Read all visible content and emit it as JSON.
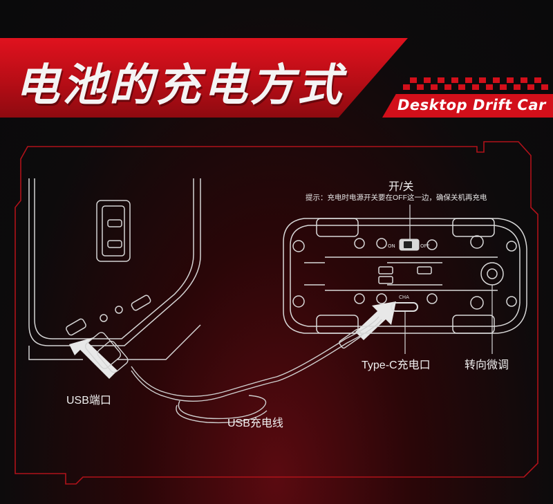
{
  "header": {
    "title": "电池的充电方式",
    "brand": "Desktop Drift Car"
  },
  "labels": {
    "switch": "开/关",
    "tip": "提示：充电时电源开关要在OFF这一边，确保关机再充电",
    "typec_port": "Type-C充电口",
    "trim": "转向微调",
    "usb_port": "USB端口",
    "usb_cable": "USB充电线",
    "switch_on": "ON",
    "switch_off": "OFF",
    "cha": "CHA"
  },
  "colors": {
    "accent": "#d20f1a",
    "line": "#cfcfcf",
    "text": "#f0f0f0",
    "background": "#0b0b0d"
  }
}
